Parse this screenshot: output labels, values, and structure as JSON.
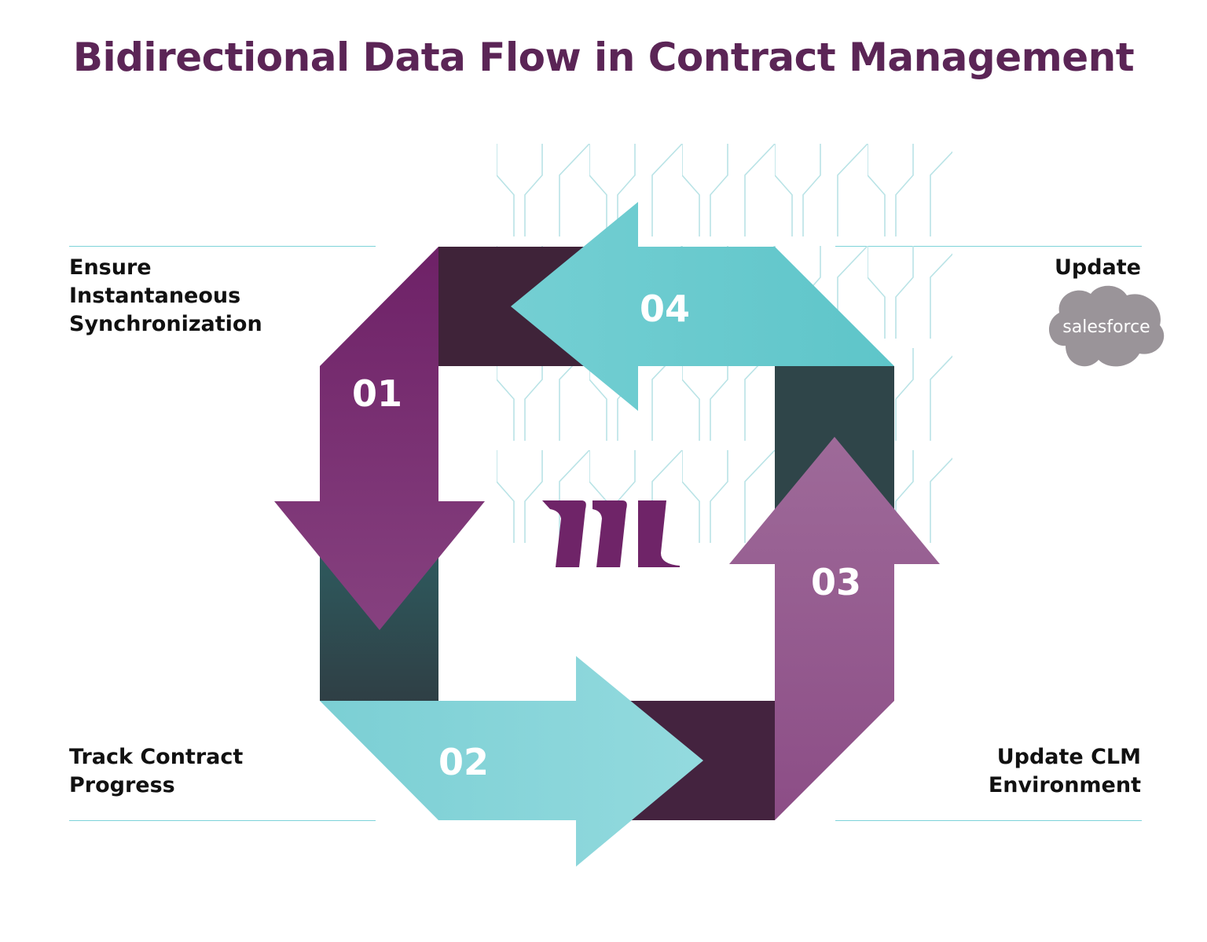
{
  "title": "Bidirectional Data Flow in Contract Management",
  "labels": {
    "top_left": "Ensure\nInstantaneous\nSynchronization",
    "top_right": "Update",
    "bottom_left": "Track Contract\nProgress",
    "bottom_right": "Update CLM\nEnvironment"
  },
  "salesforce_logo_text": "salesforce",
  "steps": [
    {
      "number": "01",
      "color": "#6f2468"
    },
    {
      "number": "02",
      "color": "#7fd0d5"
    },
    {
      "number": "03",
      "color": "#94578e"
    },
    {
      "number": "04",
      "color": "#62c7cb"
    }
  ],
  "colors": {
    "title": "#5b2556",
    "dark_purple": "#3f2339",
    "dark_teal": "#2f4a50",
    "rule": "#7dd3d9",
    "pattern": "#b9e3e6",
    "salesforce_cloud": "#9a9499",
    "center_logo": "#6f2468"
  },
  "icons": [
    "salesforce-logo-icon",
    "company-logo-icon",
    "background-pattern"
  ]
}
